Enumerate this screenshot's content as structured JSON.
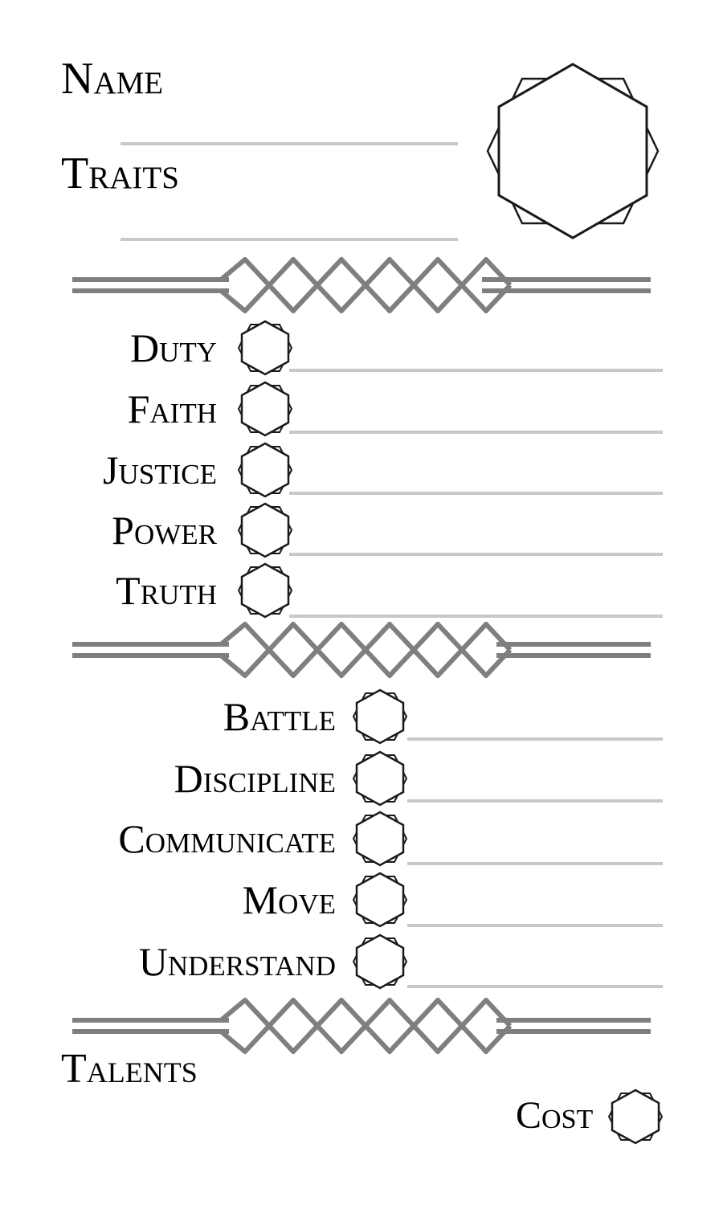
{
  "header": {
    "name_label": "Name",
    "traits_label": "Traits"
  },
  "values": [
    {
      "label": "Duty"
    },
    {
      "label": "Faith"
    },
    {
      "label": "Justice"
    },
    {
      "label": "Power"
    },
    {
      "label": "Truth"
    }
  ],
  "disciplines": [
    {
      "label": "Battle"
    },
    {
      "label": "Discipline"
    },
    {
      "label": "Communicate"
    },
    {
      "label": "Move"
    },
    {
      "label": "Understand"
    }
  ],
  "talents": {
    "label": "Talents",
    "cost_label": "Cost"
  },
  "colors": {
    "line": "#c8c8c8",
    "divider": "#7f7f7f",
    "hex_stroke": "#1a1a1a"
  }
}
